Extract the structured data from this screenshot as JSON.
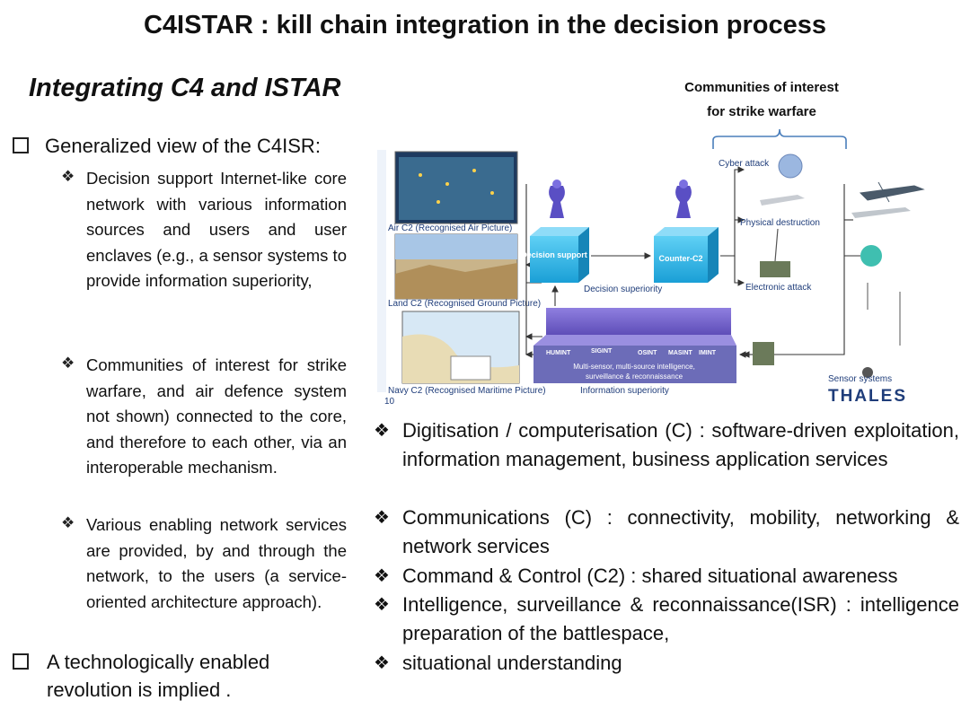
{
  "title": "C4ISTAR : kill chain integration in the decision process",
  "subtitle": "Integrating C4 and ISTAR",
  "communities_header": {
    "line1": "Communities of interest",
    "line2": "for strike warfare"
  },
  "left": {
    "bullet1": "Generalized view of the C4ISR:",
    "sub1": "Decision support Internet-like core network with various information sources and users and user enclaves (e.g., a sensor systems to provide information superiority,",
    "sub2": "Communities of interest for strike warfare, and air defence system not shown) connected to the core, and therefore to each other, via an interoperable mechanism.",
    "sub3": "Various enabling network services are provided, by and through the network, to the users (a service-oriented architecture approach).",
    "bullet2": "A technologically enabled revolution is implied ."
  },
  "right": {
    "items": [
      "Digitisation / computerisation (C) : software-driven exploitation, information management, business application services",
      "Communications (C) : connectivity, mobility, networking & network services",
      "Command & Control (C2) : shared situational awareness",
      "Intelligence, surveillance & reconnaissance(ISR) : intelligence preparation of the battlespace,",
      "situational understanding"
    ]
  },
  "diagram": {
    "air_c2": "Air C2 (Recognised Air Picture)",
    "land_c2": "Land C2 (Recognised Ground Picture)",
    "navy_c2": "Navy C2 (Recognised Maritime Picture)",
    "decision_support": "Decision support",
    "counter_c2": "Counter-C2",
    "decision_superiority": "Decision superiority",
    "cyber_attack": "Cyber attack",
    "physical_destruction": "Physical destruction",
    "electronic_attack": "Electronic attack",
    "int_labels": [
      "HUMINT",
      "SIGINT",
      "OSINT",
      "MASINT",
      "IMINT"
    ],
    "intel_text1": "Multi-sensor, multi-source intelligence,",
    "intel_text2": "surveillance & reconnaissance",
    "information_superiority": "Information superiority",
    "sensor_systems": "Sensor systems",
    "brand": "THALES",
    "page_num": "10",
    "colors": {
      "cyan_box": "#29b6e8",
      "blue_arrow": "#1f3d7a",
      "purple_band": "#6a5acd"
    }
  }
}
